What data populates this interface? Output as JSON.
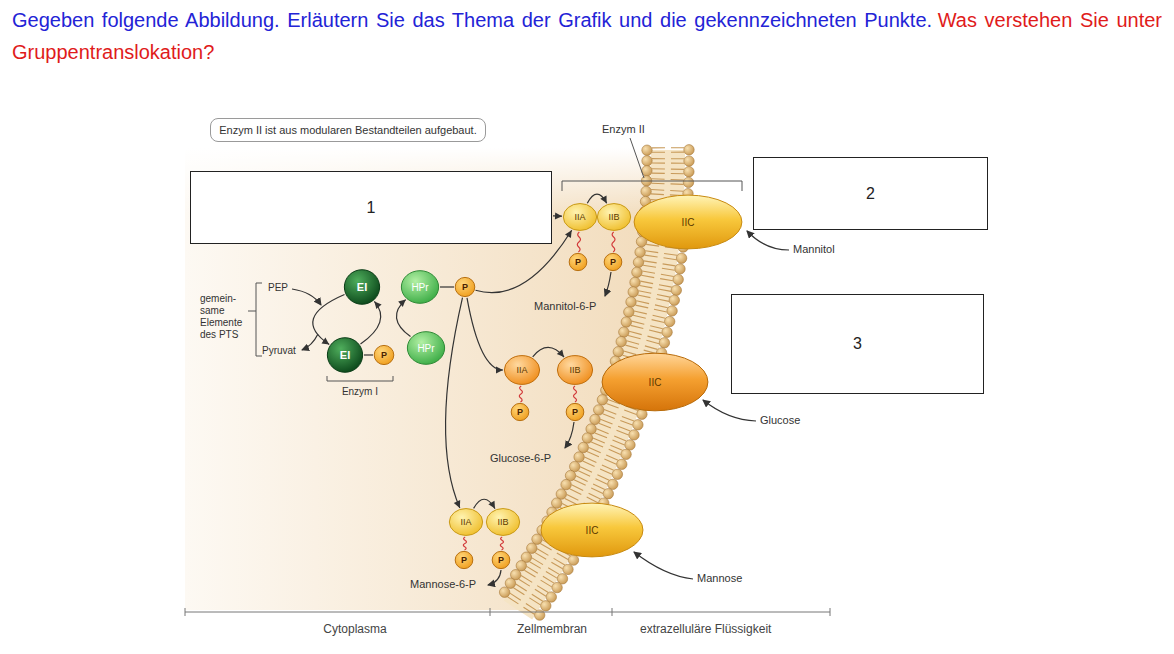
{
  "diagram": {
    "nodes": [
      {
        "text": [
          "Enzym II ist aus modularen Bestandteilen aufgebaut."
        ]
      },
      {
        "text": [
          "1"
        ]
      },
      {
        "text": [
          "2"
        ]
      },
      {
        "text": [
          "3"
        ]
      },
      {
        "text": [
          "EI"
        ]
      },
      {
        "text": [
          "HPr"
        ]
      },
      {
        "text": [
          "P"
        ]
      },
      {
        "text": [
          "EI"
        ]
      },
      {
        "text": [
          "P"
        ]
      },
      {
        "text": [
          "HPr"
        ]
      },
      {
        "text": [
          "IIA"
        ]
      },
      {
        "text": [
          "IIB"
        ]
      },
      {
        "text": [
          "IIC"
        ]
      },
      {
        "text": [
          "P"
        ]
      },
      {
        "text": [
          "P"
        ]
      },
      {
        "text": [
          "IIA"
        ]
      },
      {
        "text": [
          "IIB"
        ]
      },
      {
        "text": [
          "IIC"
        ]
      },
      {
        "text": [
          "P"
        ]
      },
      {
        "text": [
          "P"
        ]
      },
      {
        "text": [
          "IIA"
        ]
      },
      {
        "text": [
          "IIB"
        ]
      },
      {
        "text": [
          "IIC"
        ]
      },
      {
        "text": [
          "P"
        ]
      },
      {
        "text": [
          "P"
        ]
      }
    ],
    "edges": [
      {
        "from": 4,
        "to": 7,
        "arrow": "to"
      },
      {
        "from": 7,
        "to": 4,
        "arrow": "to"
      },
      {
        "from": 9,
        "to": 5,
        "arrow": "to"
      },
      {
        "from": 5,
        "to": 6,
        "arrow": "none"
      },
      {
        "from": 7,
        "to": 8,
        "arrow": "none"
      },
      {
        "from": 6,
        "to": 10,
        "arrow": "to"
      },
      {
        "from": 6,
        "to": 15,
        "arrow": "to"
      },
      {
        "from": 6,
        "to": 20,
        "arrow": "to"
      },
      {
        "from": 10,
        "to": 11,
        "arrow": "to"
      },
      {
        "from": 15,
        "to": 16,
        "arrow": "to"
      },
      {
        "from": 20,
        "to": 21,
        "arrow": "to"
      },
      {
        "from": 1,
        "to": 10,
        "arrow": "to"
      },
      {
        "from": 10,
        "to": 13,
        "arrow": "none"
      },
      {
        "from": 11,
        "to": 14,
        "arrow": "none"
      },
      {
        "from": 15,
        "to": 18,
        "arrow": "none"
      },
      {
        "from": 16,
        "to": 19,
        "arrow": "none"
      },
      {
        "from": 20,
        "to": 23,
        "arrow": "none"
      },
      {
        "from": 21,
        "to": 24,
        "arrow": "none"
      }
    ],
    "labels": [
      "Gegeben folgende Abbildung. Erläutern Sie das Thema der Grafik und die gekennzeichneten Punkte.",
      "Was verstehen Sie unter Gruppentranslokation?",
      "Enzym II",
      "PEP",
      "Pyruvat",
      "gemein- same Elemente des PTS",
      "Enzym I",
      "Mannitol",
      "Mannitol-6-P",
      "Glucose-6-P",
      "Glucose",
      "Mannose-6-P",
      "Mannose",
      "Cytoplasma",
      "Zellmembran",
      "extrazelluläre Flüssigkeit"
    ]
  }
}
